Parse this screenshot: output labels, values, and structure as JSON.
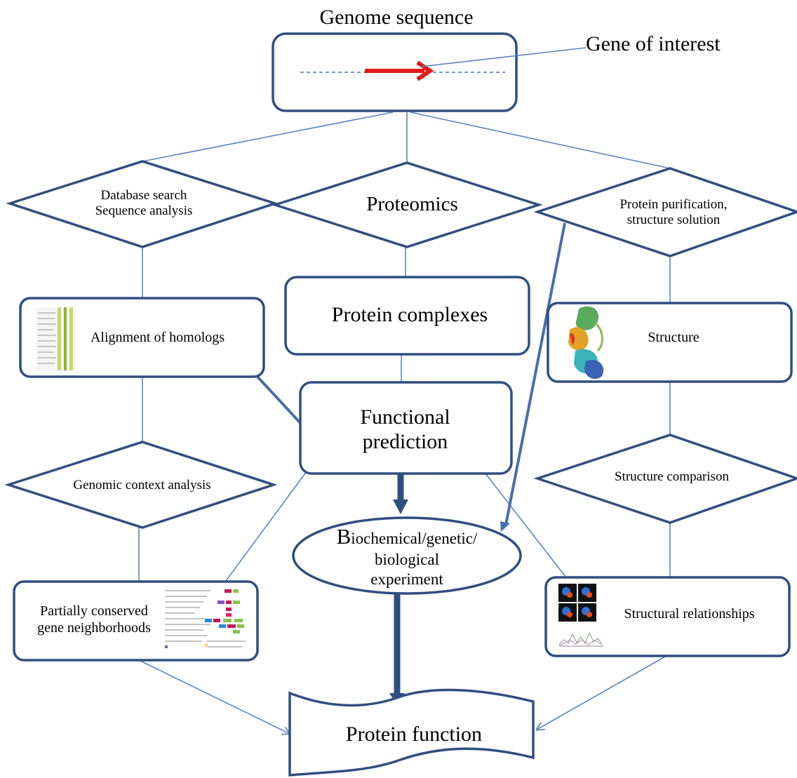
{
  "diagram": {
    "genome_title": "Genome sequence",
    "gene_label": "Gene of interest",
    "database_search": "Database search\nSequence analysis",
    "proteomics": "Proteomics",
    "protein_purification": "Protein purification,\nstructure solution",
    "alignment": "Alignment of homologs",
    "protein_complexes": "Protein complexes",
    "structure": "Structure",
    "functional_prediction": "Functional\nprediction",
    "genomic_context": "Genomic context analysis",
    "structure_comparison": "Structure comparison",
    "biochem_first": "B",
    "biochem_rest": "iochemical/genetic/\nbiological\nexperiment",
    "neighborhoods": "Partially conserved\ngene neighborhoods",
    "structural_relationships": "Structural relationships",
    "protein_function": "Protein function"
  },
  "colors": {
    "outline": "#2f4f7f",
    "connector": "#5b85c3",
    "gene_arrow": "#e11b1b",
    "dashed": "#4a72b8"
  }
}
